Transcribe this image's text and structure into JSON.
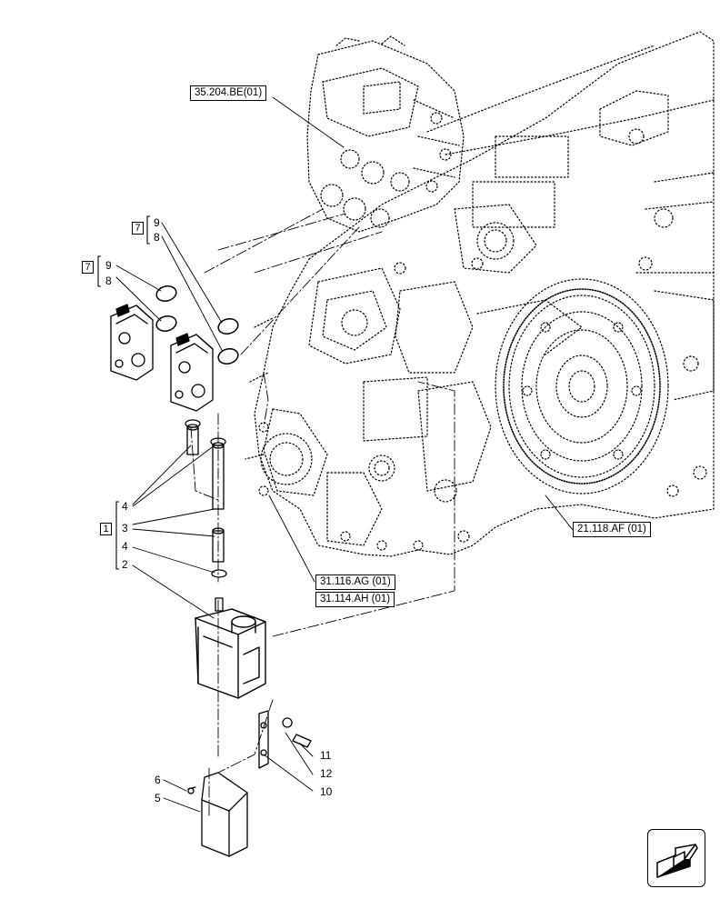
{
  "refs": {
    "top_valve": "35.204.BE(01)",
    "flywheel": "21.118.AF (01)",
    "housing_a": "31.116.AG (01)",
    "housing_b": "31.114.AH (01)"
  },
  "callouts": {
    "n9a": "9",
    "n8a": "8",
    "n9b": "9",
    "n8b": "8",
    "n4a": "4",
    "n3": "3",
    "n4b": "4",
    "n2": "2",
    "n11": "11",
    "n12": "12",
    "n10": "10",
    "n6": "6",
    "n5": "5"
  },
  "kits": {
    "kit7a": "7",
    "kit7b": "7",
    "kit1": "1"
  },
  "nav_button": {
    "icon": "next-page-arrow-icon"
  }
}
